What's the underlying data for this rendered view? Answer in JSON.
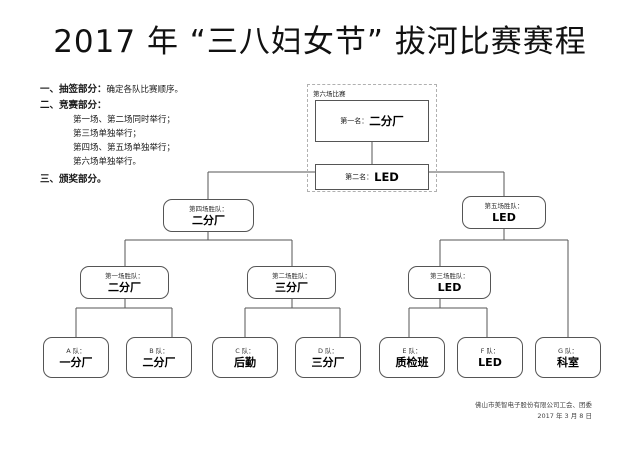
{
  "document": {
    "title": "2017 年 “三八妇女节” 拔河比赛赛程"
  },
  "notes": {
    "item1": "一、抽签部分：",
    "item1_detail": "确定各队比赛顺序。",
    "item2": "二、竞赛部分：",
    "sub": [
      "第一场、第二场同时举行；",
      "第三场单独举行；",
      "第四场、第五场单独举行；",
      "第六场单独举行。"
    ],
    "item3": "三、颁奖部分。"
  },
  "final": {
    "group_label": "第六场比赛",
    "first": {
      "rank": "第一名：",
      "team": "二分厂"
    },
    "second": {
      "rank": "第二名：",
      "team": "LED"
    }
  },
  "semifinals": [
    {
      "caption": "第四场胜队：",
      "team": "二分厂"
    },
    {
      "caption": "第五场胜队：",
      "team": "LED"
    }
  ],
  "quarterfinals": [
    {
      "caption": "第一场胜队：",
      "team": "二分厂"
    },
    {
      "caption": "第二场胜队：",
      "team": "三分厂"
    },
    {
      "caption": "第三场胜队：",
      "team": "LED"
    }
  ],
  "teams": [
    {
      "caption": "A 队：",
      "team": "一分厂"
    },
    {
      "caption": "B 队：",
      "team": "二分厂"
    },
    {
      "caption": "C 队：",
      "team": "后勤"
    },
    {
      "caption": "D 队：",
      "team": "三分厂"
    },
    {
      "caption": "E 队：",
      "team": "质检班"
    },
    {
      "caption": "F 队：",
      "team": "LED"
    },
    {
      "caption": "G 队：",
      "team": "科室"
    }
  ],
  "footer": {
    "org": "佛山市美智电子股份有限公司工会、团委",
    "date": "2017 年 3 月 8 日"
  },
  "colors": {
    "line": "#555555",
    "dashed": "#b0b0b0",
    "text": "#111111"
  }
}
